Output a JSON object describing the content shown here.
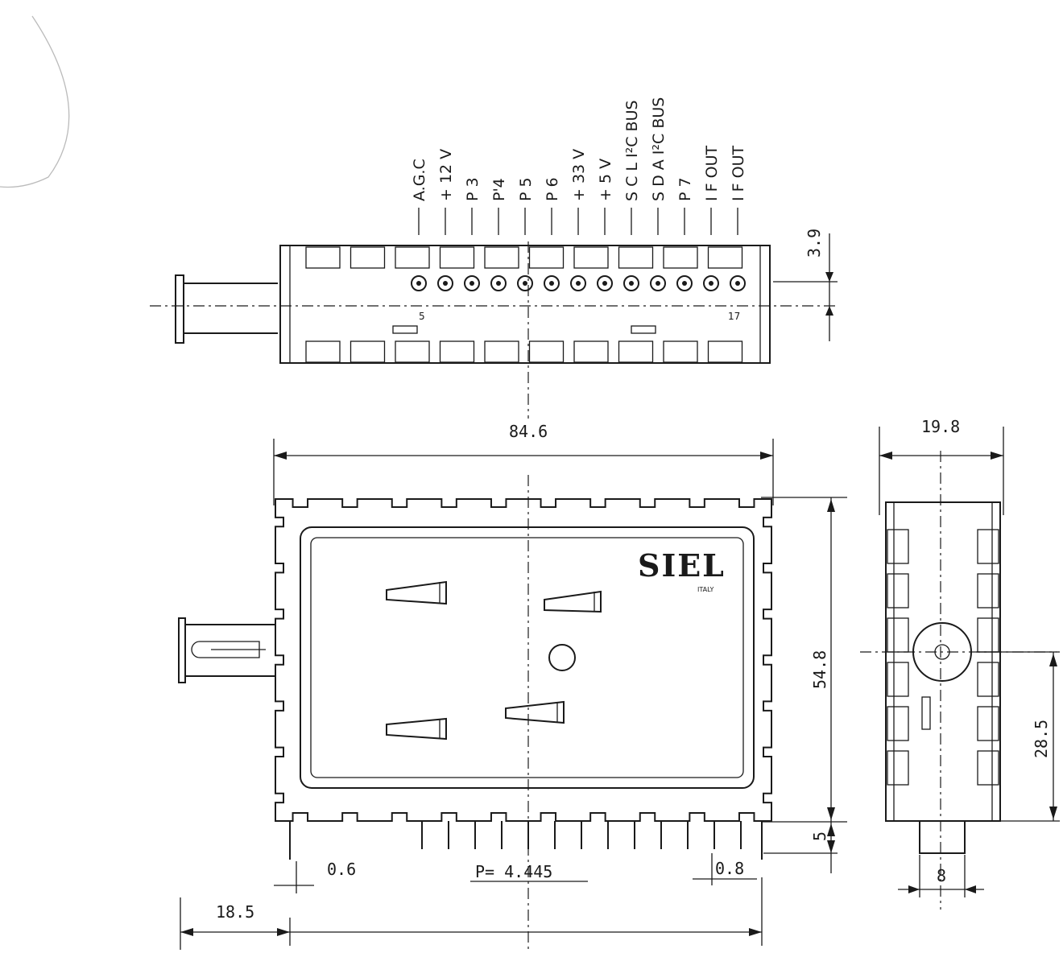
{
  "pins": [
    {
      "label": "A.G.C"
    },
    {
      "label": "+ 12 V"
    },
    {
      "label": "P 3"
    },
    {
      "label": "P'4"
    },
    {
      "label": "P 5"
    },
    {
      "label": "P 6"
    },
    {
      "label": "+ 33 V"
    },
    {
      "label": "+ 5 V"
    },
    {
      "label": "S C L I²C BUS"
    },
    {
      "label": "S D A I²C BUS"
    },
    {
      "label": "P 7"
    },
    {
      "label": "I F OUT"
    },
    {
      "label": "I F OUT"
    }
  ],
  "pin_numbers": {
    "first": "5",
    "last": "17"
  },
  "dimensions": {
    "top_height": "3.9",
    "width": "84.6",
    "side_width": "19.8",
    "height": "54.8",
    "center_height": "28.5",
    "pin_length": "5",
    "connector_width": "8",
    "left_gap": "0.6",
    "pitch": "P= 4.445",
    "right_gap": "0.8",
    "connector_offset": "18.5"
  },
  "logo": {
    "brand": "SIEL",
    "country": "ITALY"
  }
}
